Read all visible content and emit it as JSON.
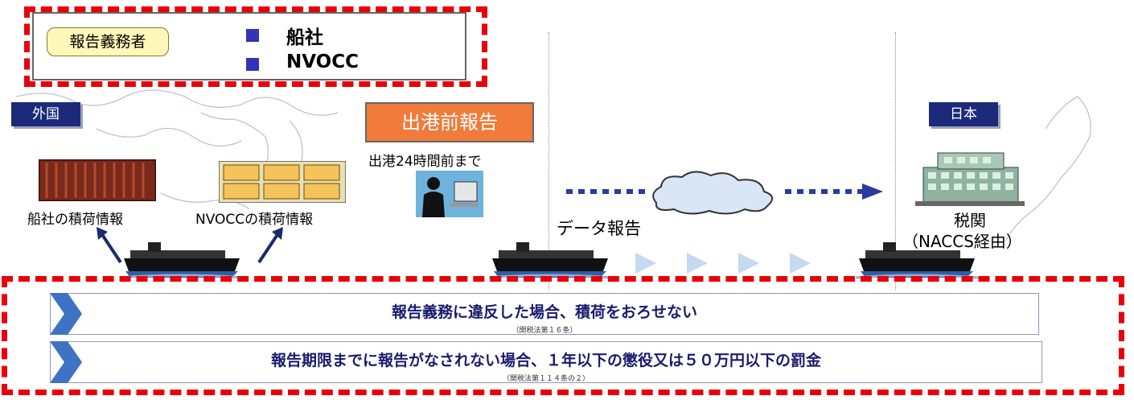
{
  "legend": {
    "role_label": "報告義務者",
    "items": [
      "船社",
      "NVOCC"
    ]
  },
  "regions": {
    "foreign": "外国",
    "japan": "日本"
  },
  "pre_departure": {
    "title": "出港前報告",
    "deadline": "出港24時間前まで"
  },
  "cargo_info": {
    "carrier": "船社の積荷情報",
    "nvocc": "NVOCCの積荷情報"
  },
  "flow": {
    "data_report": "データ報告",
    "customs": "税関",
    "customs_via": "（NACCS経由）"
  },
  "rules": [
    {
      "text": "報告義務に違反した場合、積荷をおろせない",
      "note": "（関税法第１６条）"
    },
    {
      "text": "報告期限までに報告がなされない場合、１年以下の懲役又は５０万円以下の罰金",
      "note": "（関税法第１１４条の２）"
    }
  ],
  "colors": {
    "frame_red": "#e8000b",
    "navy": "#1c2a7a",
    "orange": "#f07b3a",
    "legend_square": "#3333bb",
    "arrow_blue": "#2a3aa0"
  }
}
